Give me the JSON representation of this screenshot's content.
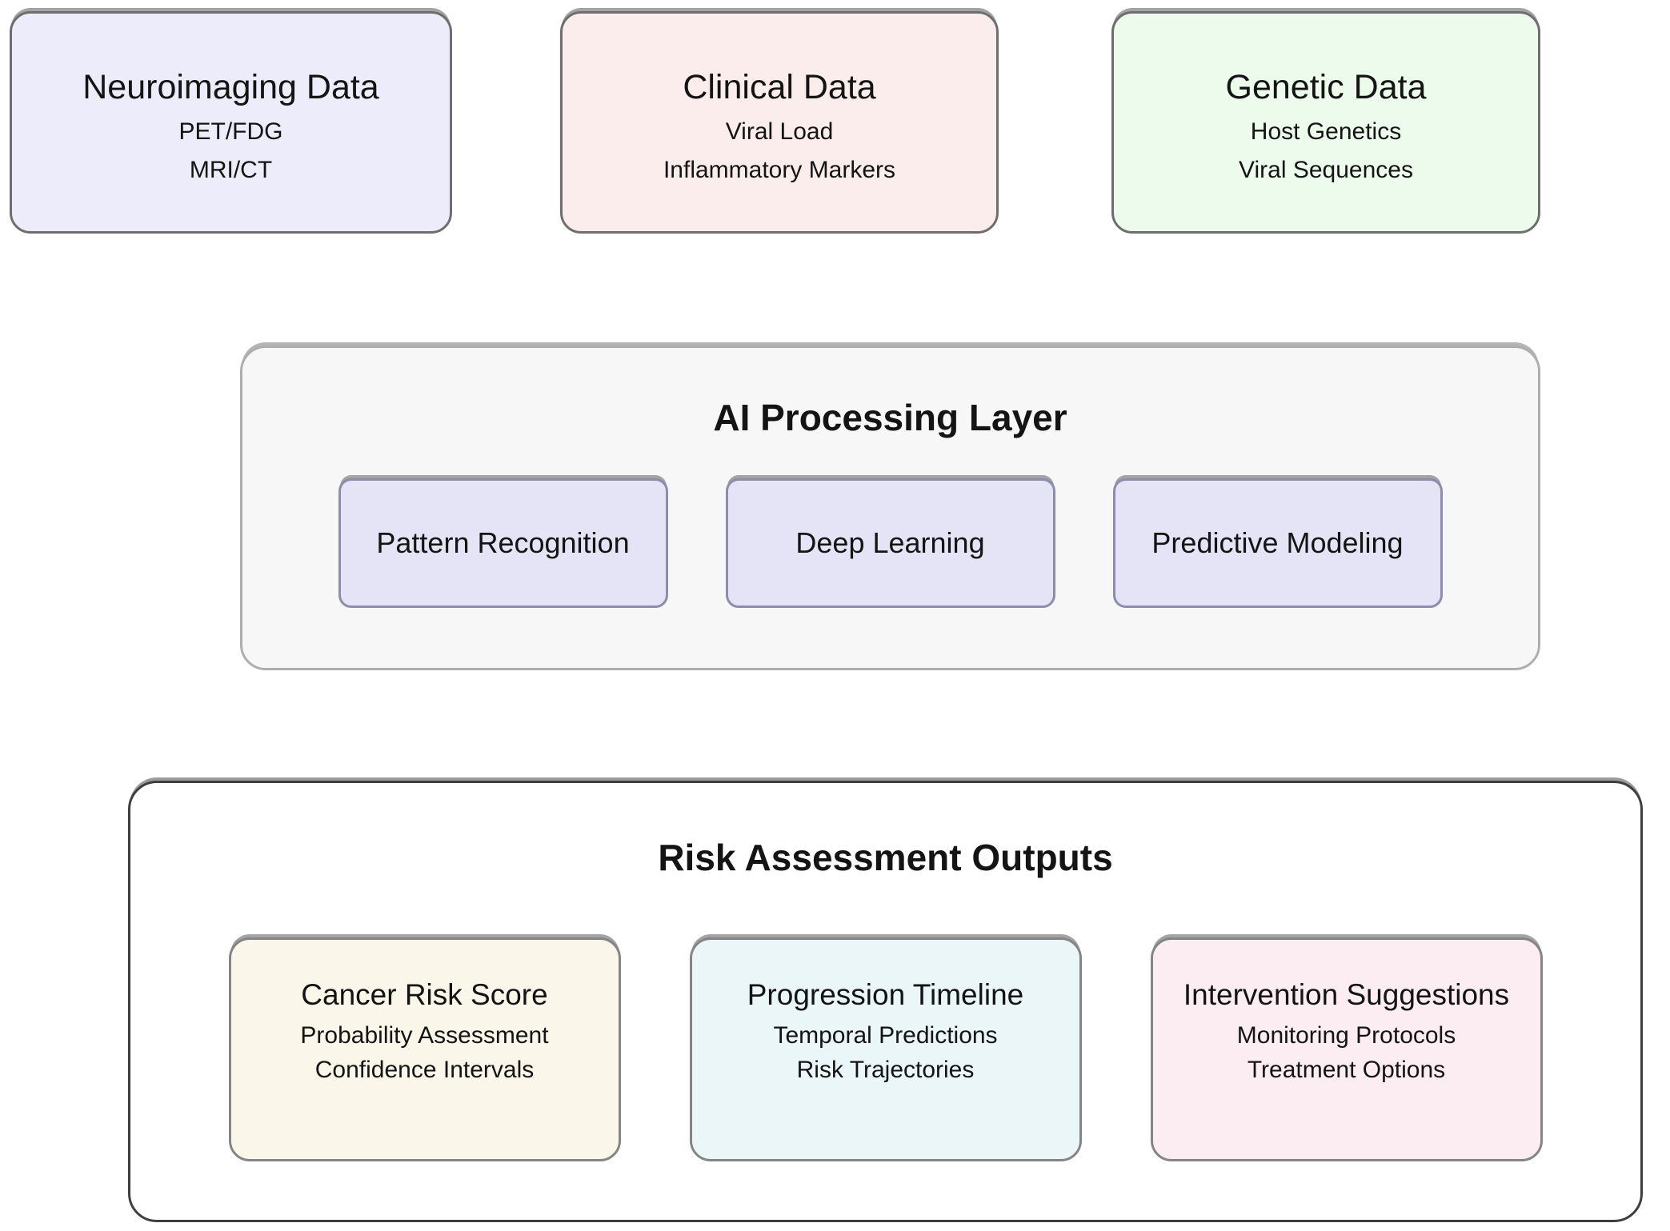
{
  "diagram": {
    "inputs": [
      {
        "title": "Neuroimaging Data",
        "line1": "PET/FDG",
        "line2": "MRI/CT"
      },
      {
        "title": "Clinical Data",
        "line1": "Viral Load",
        "line2": "Inflammatory Markers"
      },
      {
        "title": "Genetic Data",
        "line1": "Host Genetics",
        "line2": "Viral Sequences"
      }
    ],
    "processing": {
      "title": "AI Processing Layer",
      "module1": "Pattern Recognition",
      "module2": "Deep Learning",
      "module3": "Predictive Modeling"
    },
    "outputs": {
      "title": "Risk Assessment Outputs",
      "cards": [
        {
          "title": "Cancer Risk Score",
          "line1": "Probability Assessment",
          "line2": "Confidence Intervals"
        },
        {
          "title": "Progression Timeline",
          "line1": "Temporal Predictions",
          "line2": "Risk Trajectories"
        },
        {
          "title": "Intervention Suggestions",
          "line1": "Monitoring Protocols",
          "line2": "Treatment Options"
        }
      ]
    },
    "colors": {
      "neuro": "#ECECFA",
      "clinical": "#FBEDEC",
      "genetic": "#EDFBED",
      "ai-bg": "#F7F7F7",
      "module": "#E4E4F6",
      "out-bg": "#FFFFFF",
      "cancer": "#FAF6EA",
      "progression": "#EAF6F8",
      "intervention": "#FBEDF2"
    }
  }
}
